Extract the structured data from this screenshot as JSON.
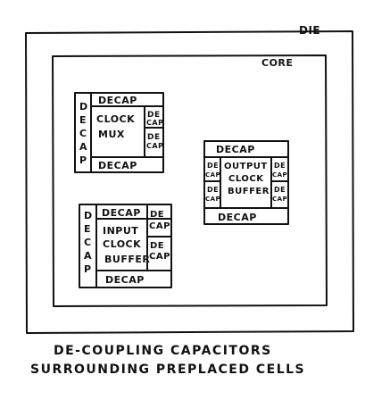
{
  "labels": {
    "die": "DIE",
    "core": "CORE"
  },
  "clock_mux": {
    "top_decap": "DECAP",
    "bottom_decap": "DECAP",
    "left_decap": [
      "D",
      "E",
      "C",
      "A",
      "P"
    ],
    "right_decap_top": [
      "DE",
      "CAP"
    ],
    "right_decap_bottom": [
      "DE",
      "CAP"
    ],
    "cell_name": [
      "CLOCK",
      "MUX"
    ]
  },
  "output_clock_buffer": {
    "top_decap": "DECAP",
    "bottom_decap": "DECAP",
    "left_decap_top": [
      "DE",
      "CAP"
    ],
    "left_decap_bottom": [
      "DE",
      "CAP"
    ],
    "right_decap_top": [
      "DE",
      "CAP"
    ],
    "right_decap_bottom": [
      "DE",
      "CAP"
    ],
    "cell_name": [
      "OUTPUT",
      "CLOCK",
      "BUFFER"
    ]
  },
  "input_clock_buffer": {
    "top_decap": "DECAP",
    "bottom_decap": "DECAP",
    "left_decap": [
      "D",
      "E",
      "C",
      "A",
      "P"
    ],
    "right_decap_top": [
      "DE",
      "CAP"
    ],
    "right_decap_bottom": [
      "DE",
      "CAP"
    ],
    "cell_name": [
      "INPUT",
      "CLOCK",
      "BUFFER"
    ]
  },
  "caption": {
    "line1": "DE-COUPLING CAPACITORS",
    "line2": "SURROUNDING PREPLACED CELLS"
  },
  "colors": {
    "ink": "#111111",
    "paper": "#ffffff"
  }
}
